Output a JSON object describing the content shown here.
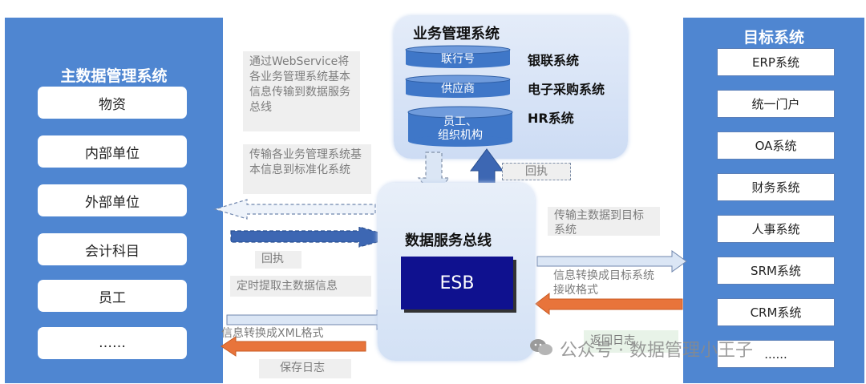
{
  "left_panel": {
    "title": "主数据管理系统",
    "items": [
      "物资",
      "内部单位",
      "外部单位",
      "会计科目",
      "员工",
      "……"
    ]
  },
  "right_panel": {
    "title": "目标系统",
    "items": [
      "ERP系统",
      "统一门户",
      "OA系统",
      "财务系统",
      "人事系统",
      "SRM系统",
      "CRM系统",
      "......"
    ]
  },
  "business_system": {
    "title": "业务管理系统",
    "cylinders": [
      "联行号",
      "供应商",
      "员工、\n组织机构"
    ],
    "labels": [
      "银联系统",
      "电子采购系统",
      "HR系统"
    ]
  },
  "esb": {
    "title": "数据服务总线",
    "core_label": "ESB"
  },
  "notes": {
    "webservice": "通过WebService将各业务管理系统基本信息传输到数据服务总线",
    "standardize": "传输各业务管理系统基本信息到标准化系统",
    "return_top": "回执",
    "return_left": "回执",
    "timed_fetch": "定时提取主数据信息",
    "xml_convert": "信息转换成XML格式",
    "save_log": "保存日志",
    "transfer_target": "传输主数据到目标系统",
    "target_format": "信息转换成目标系统接收格式",
    "return_log": "返回日志"
  },
  "watermark": "公众号 · 数据管理小王子",
  "colors": {
    "panel_blue": "#4f86d1",
    "esb_navy": "#0f118f",
    "arrow_dark": "#3d67b3",
    "arrow_orange": "#e8743b",
    "arrow_light": "#dbe6f5",
    "cylinder_blue": "#3f77c8"
  }
}
